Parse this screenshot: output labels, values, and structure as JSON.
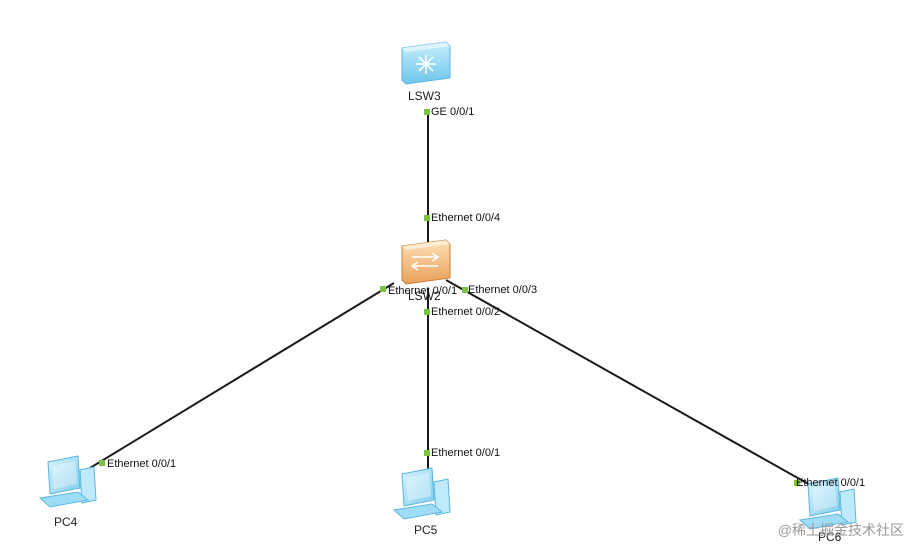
{
  "nodes": {
    "lsw3": {
      "label": "LSW3",
      "icon": "core-switch-icon"
    },
    "lsw2": {
      "label": "LSW2",
      "icon": "access-switch-icon"
    },
    "pc4": {
      "label": "PC4",
      "icon": "pc-icon"
    },
    "pc5": {
      "label": "PC5",
      "icon": "pc-icon"
    },
    "pc6": {
      "label": "PC6",
      "icon": "pc-icon"
    }
  },
  "links": [
    {
      "from": "lsw3",
      "to": "lsw2",
      "from_port": "GE 0/0/1",
      "to_port": "Ethernet 0/0/4"
    },
    {
      "from": "lsw2",
      "to": "pc4",
      "from_port": "Ethernet 0/0/1",
      "to_port": "Ethernet 0/0/1"
    },
    {
      "from": "lsw2",
      "to": "pc5",
      "from_port": "Ethernet 0/0/2",
      "to_port": "Ethernet 0/0/1"
    },
    {
      "from": "lsw2",
      "to": "pc6",
      "from_port": "Ethernet 0/0/3",
      "to_port": "Ethernet 0/0/1"
    }
  ],
  "colors": {
    "link": "#1a1a1a",
    "port_dot": "#7cc242",
    "switch_core": "#7fd0ef",
    "switch_access": "#f0b26a",
    "pc": "#8fd8f4"
  },
  "watermark": "@稀土掘金技术社区"
}
